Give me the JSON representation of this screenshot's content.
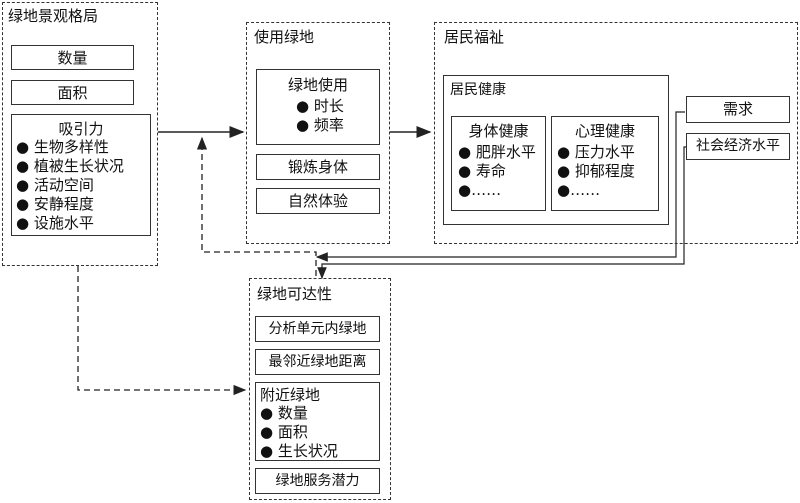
{
  "pattern": {
    "title": "绿地景观格局",
    "quantity": "数量",
    "area": "面积",
    "attract_title": "吸引力",
    "attract_items": [
      "● 生物多样性",
      "● 植被生长状况",
      "● 活动空间",
      "● 安静程度",
      "● 设施水平"
    ]
  },
  "use": {
    "title": "使用绿地",
    "gu_title": "绿地使用",
    "gu_items": [
      "● 时长",
      "● 频率"
    ],
    "exercise": "锻炼身体",
    "nature": "自然体验"
  },
  "welfare": {
    "title": "居民福祉",
    "health_title": "居民健康",
    "physical_title": "身体健康",
    "physical_items": [
      "● 肥胖水平",
      "● 寿命",
      "●……"
    ],
    "mental_title": "心理健康",
    "mental_items": [
      "● 压力水平",
      "● 抑郁程度",
      "●……"
    ]
  },
  "side": {
    "demand": "需求",
    "socio": "社会经济水平"
  },
  "access": {
    "title": "绿地可达性",
    "unit": "分析单元内绿地",
    "nearest": "最邻近绿地距离",
    "nearby_title": "附近绿地",
    "nearby_items": [
      "● 数量",
      "● 面积",
      "● 生长状况"
    ],
    "potential": "绿地服务潜力"
  }
}
